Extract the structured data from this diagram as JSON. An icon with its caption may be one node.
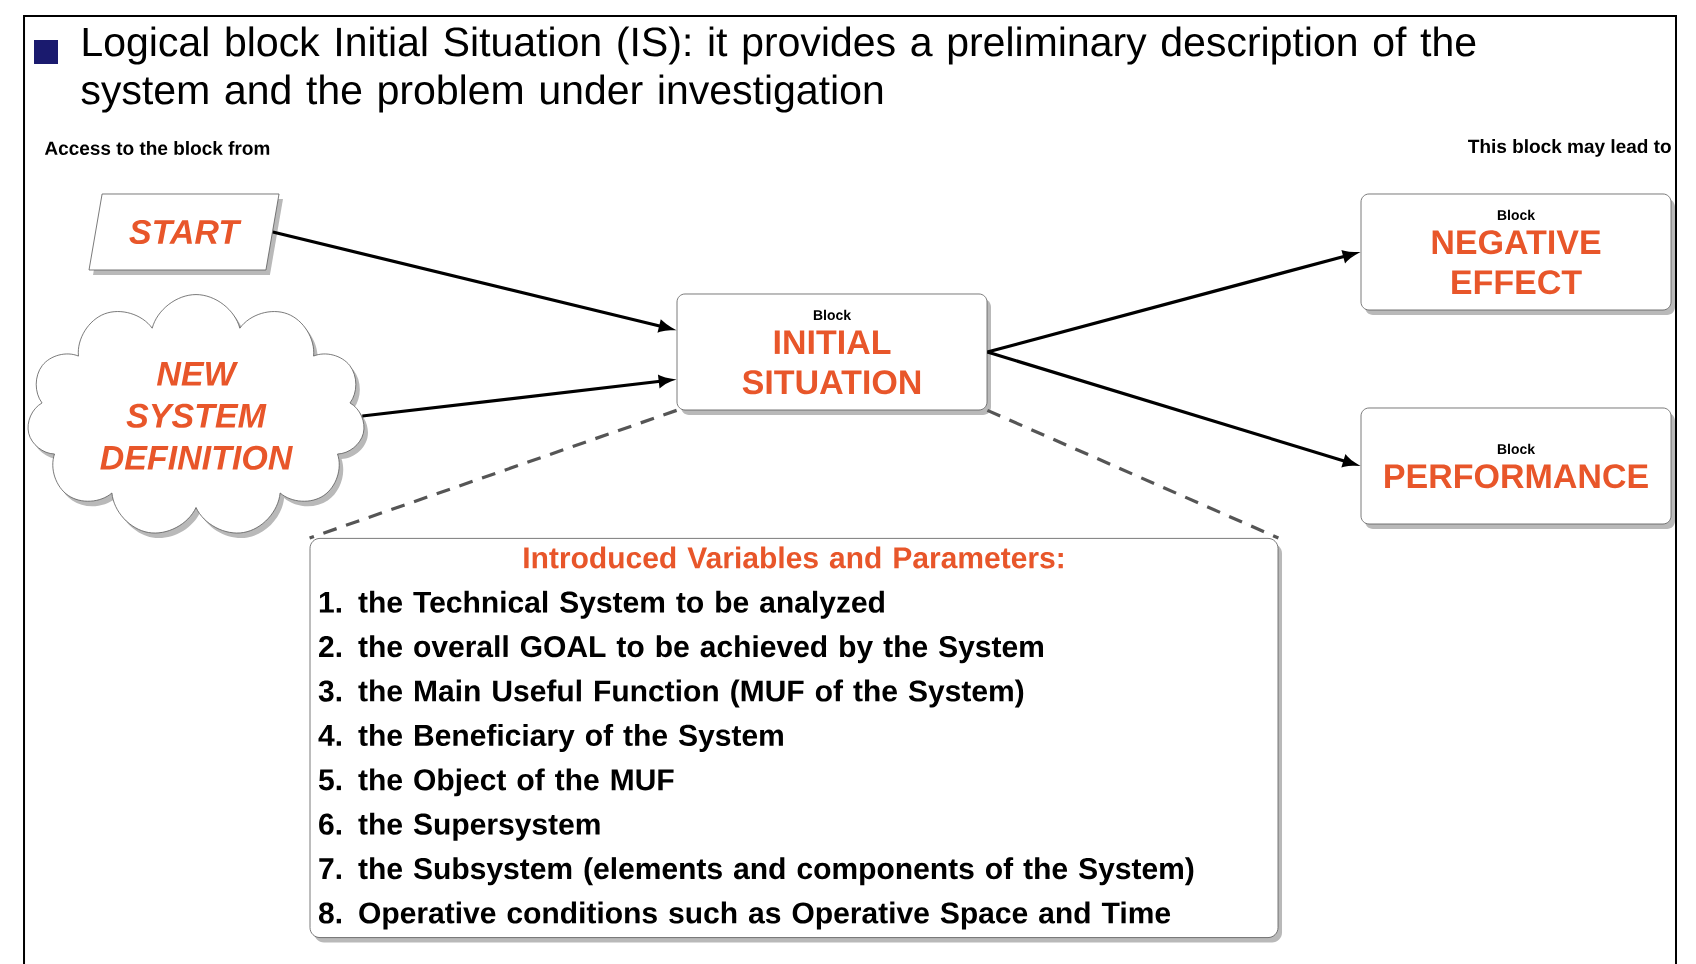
{
  "diagram": {
    "title": "Logical block Initial Situation (IS): it provides a preliminary description of the system and the problem under investigation",
    "nodes": [
      {
        "text": [
          "START"
        ]
      },
      {
        "text": [
          "NEW SYSTEM DEFINITION"
        ]
      },
      {
        "text": [
          "Block",
          "INITIAL SITUATION"
        ]
      },
      {
        "text": [
          "Block",
          "NEGATIVE EFFECT"
        ]
      },
      {
        "text": [
          "Block",
          "PERFORMANCE"
        ]
      },
      {
        "text": [
          "Introduced Variables and Parameters:",
          "1. the Technical System to be analyzed",
          "2. the overall GOAL to be achieved by the System",
          "3. the Main Useful Function (MUF of the System)",
          "4. the Beneficiary of the System",
          "5. the Object of the MUF",
          "6. the Supersystem",
          "7. the Subsystem (elements and components of the System)",
          "8. Operative conditions such as Operative Space and Time"
        ]
      }
    ],
    "edges": [
      {
        "from": 0,
        "to": 2,
        "arrow": "to"
      },
      {
        "from": 1,
        "to": 2,
        "arrow": "to"
      },
      {
        "from": 2,
        "to": 3,
        "arrow": "to"
      },
      {
        "from": 2,
        "to": 4,
        "arrow": "to"
      },
      {
        "from": 2,
        "to": 5,
        "arrow": "none",
        "style": "dashed",
        "color": "#555555"
      },
      {
        "from": 2,
        "to": 5,
        "arrow": "none",
        "style": "dashed",
        "color": "#555555"
      }
    ],
    "labels": [
      "Access to the block from",
      "This block may lead to"
    ]
  }
}
